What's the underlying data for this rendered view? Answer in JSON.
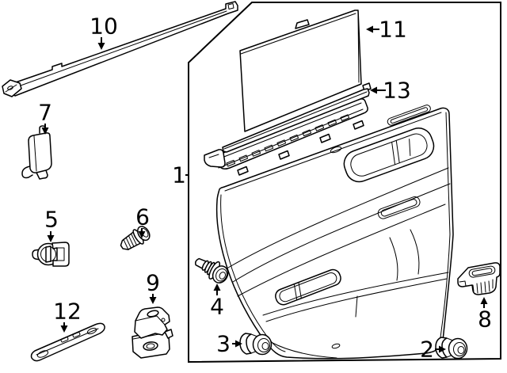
{
  "diagram": {
    "colors": {
      "background": "#ffffff",
      "line": "#000000"
    },
    "callouts": {
      "c1": {
        "number": "1"
      },
      "c2": {
        "number": "2"
      },
      "c3": {
        "number": "3"
      },
      "c4": {
        "number": "4"
      },
      "c5": {
        "number": "5"
      },
      "c6": {
        "number": "6"
      },
      "c7": {
        "number": "7"
      },
      "c8": {
        "number": "8"
      },
      "c9": {
        "number": "9"
      },
      "c10": {
        "number": "10"
      },
      "c11": {
        "number": "11"
      },
      "c12": {
        "number": "12"
      },
      "c13": {
        "number": "13"
      }
    }
  }
}
